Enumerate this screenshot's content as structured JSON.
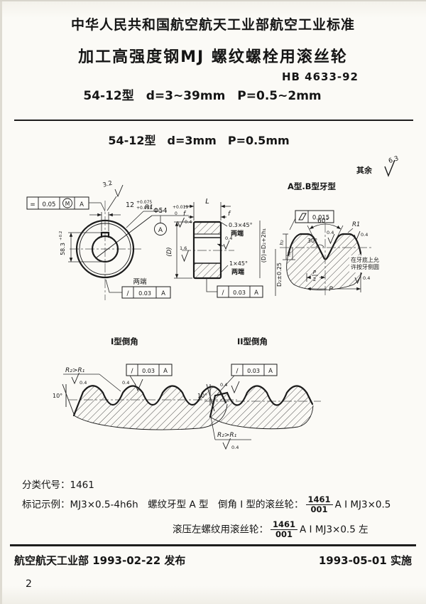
{
  "header": {
    "org_standard_line": "中华人民共和国航空航天工业部航空工业标准",
    "title": "加工高强度钢MJ 螺纹螺栓用滚丝轮",
    "standard_no": "HB 4633-92",
    "range_line": "54-12型　d=3~39mm　P=0.5~2mm"
  },
  "sheet": {
    "variant_title": "54-12型　d=3mm　P=0.5mm",
    "surface_rest_label": "其余",
    "surface_rest_value": "6.3"
  },
  "front_view": {
    "sym_fcf": {
      "symbol": "=",
      "tol": "0.05",
      "modifier": "M",
      "datum": "A"
    },
    "keyway_roughness": "3.2",
    "keyway_width": "12",
    "keyway_width_tol_up": "+0.075",
    "keyway_width_tol_low": "+0.035",
    "radius": "R1",
    "bore_dia": "Φ54",
    "bore_tol_up": "+0.019",
    "bore_tol_low": "0",
    "bore_roughness": "0.4",
    "datum": "A",
    "keyway_depth": "58.3",
    "keyway_depth_tol": "+0.2",
    "ends_label": "两端",
    "runout_fcf": {
      "symbol": "/",
      "tol": "0.03",
      "datum": "A"
    }
  },
  "section_view": {
    "width_label": "L",
    "relief_left": "f",
    "relief_right": "f",
    "chamfer_top": "0.3×45°",
    "chamfer_top_note": "两端",
    "chamfer_bottom": "1×45°",
    "chamfer_bottom_note": "两端",
    "od_label": "(D)",
    "bore_roughness": "1.6",
    "side_roughness": "0.4",
    "runout_fcf": {
      "symbol": "/",
      "tol": "0.03",
      "datum": "A"
    },
    "od_formula": "(D)=D₂+2h₁",
    "pitch_dia": "D₂±0.25"
  },
  "profile_view": {
    "title": "A型.B型牙型",
    "profile_fcf_tol": "0.015",
    "angle_full": "60°",
    "angle_half": "30°",
    "flank_roughness": "0.4",
    "crest_radius": "R1",
    "crest_roughness": "0.4",
    "h1": "h₁",
    "h2": "h₂",
    "half_pitch_num": "P",
    "half_pitch_den": "2",
    "pitch": "P",
    "root_note_line1": "在牙底上允",
    "root_note_line2": "许按牙侧圆",
    "root_roughness": "0.4"
  },
  "chamfer1": {
    "title": "I型倒角",
    "radius_rule": "R₂>R₁",
    "radius_roughness": "0.4",
    "runout_fcf": {
      "symbol": "/",
      "tol": "0.03",
      "datum": "A"
    },
    "crest_roughness": "0.4",
    "angle": "10°"
  },
  "chamfer2": {
    "title": "II型倒角",
    "runout_fcf": {
      "symbol": "/",
      "tol": "0.03",
      "datum": "A"
    },
    "crest_roughness": "0.4",
    "angle": "10°",
    "radius_rule": "R₂>R₁",
    "radius_roughness": "0.4"
  },
  "notes": {
    "class_label": "分类代号：",
    "class_code": "1461",
    "example_label": "标记示例：MJ3×0.5-4h6h　螺纹牙型 A 型　倒角 I 型的滚丝轮：",
    "frac_num": "1461",
    "frac_den": "001",
    "example_code": "A I MJ3×0.5",
    "left_label": "滚压左螺纹用滚丝轮：",
    "left_frac_num": "1461",
    "left_frac_den": "001",
    "left_code": "A I MJ3×0.5 左"
  },
  "footer": {
    "issued": "航空航天工业部 1993-02-22 发布",
    "effective": "1993-05-01 实施",
    "page_no": "2"
  }
}
